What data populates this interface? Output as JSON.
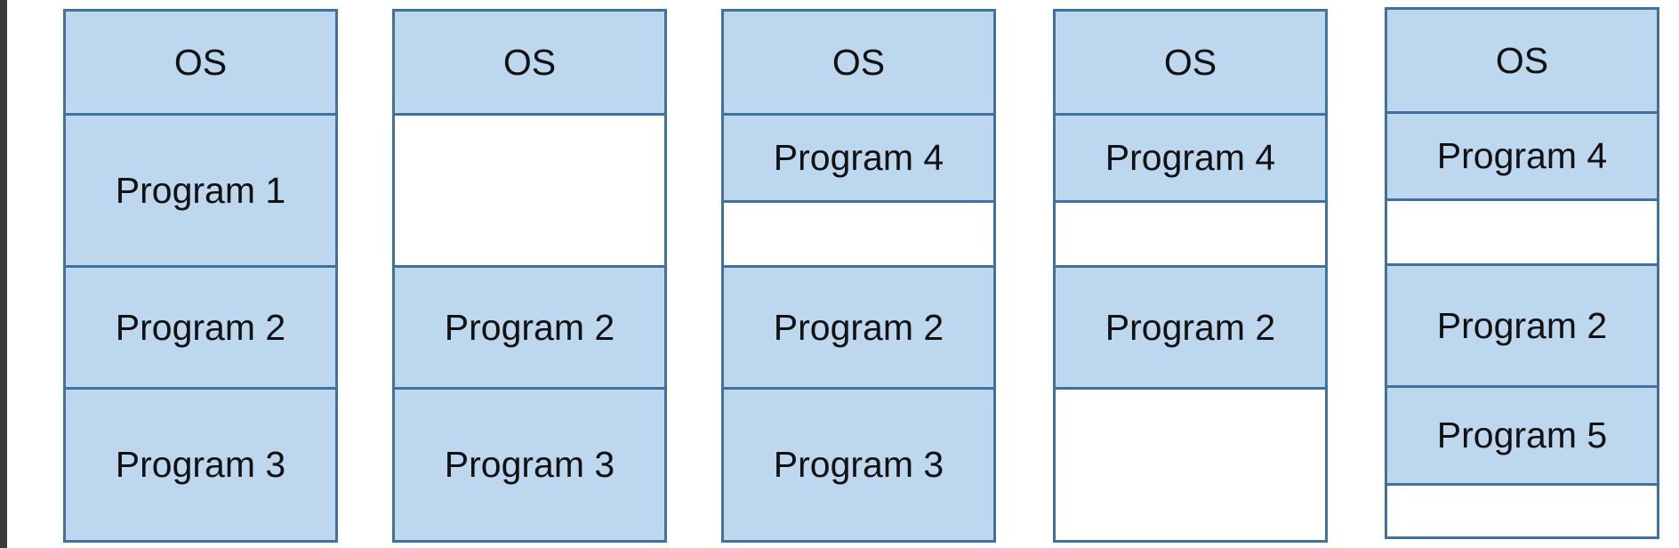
{
  "colors": {
    "filled": "#bdd7ee",
    "empty": "#ffffff",
    "border": "#41719c",
    "text": "#111111"
  },
  "stacks": [
    {
      "blocks": [
        {
          "label": "OS",
          "type": "filled"
        },
        {
          "label": "Program 1",
          "type": "filled"
        },
        {
          "label": "Program 2",
          "type": "filled"
        },
        {
          "label": "Program 3",
          "type": "filled"
        }
      ]
    },
    {
      "blocks": [
        {
          "label": "OS",
          "type": "filled"
        },
        {
          "label": "",
          "type": "empty"
        },
        {
          "label": "Program 2",
          "type": "filled"
        },
        {
          "label": "Program 3",
          "type": "filled"
        }
      ]
    },
    {
      "blocks": [
        {
          "label": "OS",
          "type": "filled"
        },
        {
          "label": "Program 4",
          "type": "filled"
        },
        {
          "label": "",
          "type": "empty"
        },
        {
          "label": "Program 2",
          "type": "filled"
        },
        {
          "label": "Program 3",
          "type": "filled"
        }
      ]
    },
    {
      "blocks": [
        {
          "label": "OS",
          "type": "filled"
        },
        {
          "label": "Program 4",
          "type": "filled"
        },
        {
          "label": "",
          "type": "empty"
        },
        {
          "label": "Program 2",
          "type": "filled"
        },
        {
          "label": "",
          "type": "empty"
        }
      ]
    },
    {
      "blocks": [
        {
          "label": "OS",
          "type": "filled"
        },
        {
          "label": "Program 4",
          "type": "filled"
        },
        {
          "label": "",
          "type": "empty"
        },
        {
          "label": "Program 2",
          "type": "filled"
        },
        {
          "label": "Program 5",
          "type": "filled"
        },
        {
          "label": "",
          "type": "empty"
        }
      ]
    }
  ]
}
